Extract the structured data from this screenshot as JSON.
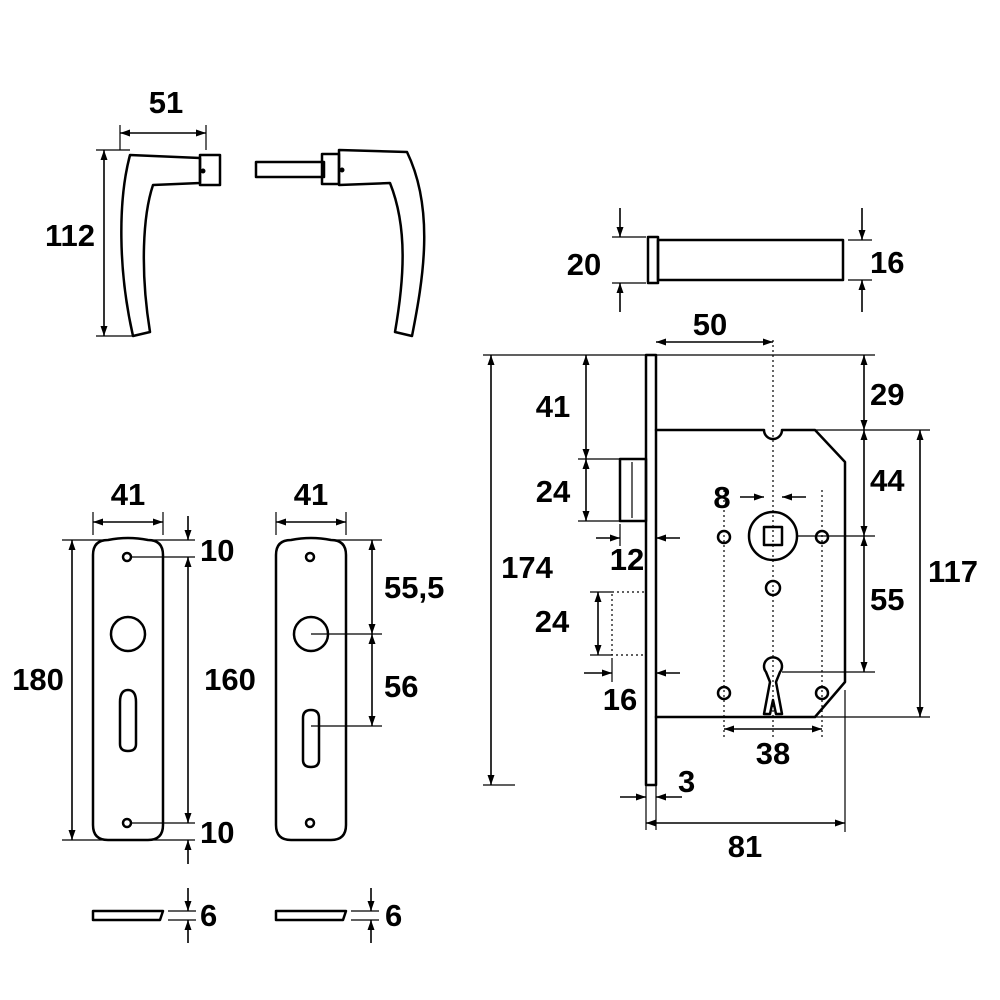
{
  "colors": {
    "line": "#000000",
    "background": "#ffffff"
  },
  "handles": {
    "width": "51",
    "height": "112"
  },
  "plate_left": {
    "width": "41",
    "top_offset": "10",
    "height": "180",
    "hole_spacing": "160",
    "bottom_offset": "10",
    "thickness": "6"
  },
  "plate_right": {
    "width": "41",
    "top_to_spindle": "55,5",
    "spindle_to_keyhole": "56",
    "thickness": "6"
  },
  "strike": {
    "height": "20",
    "thickness": "16"
  },
  "lock": {
    "backset": "50",
    "top_to_case": "29",
    "top_to_latch": "41",
    "latch_height": "24",
    "total_height": "174",
    "spindle_square": "8",
    "latch_projection": "12",
    "case_to_spindle": "44",
    "spindle_to_keyhole": "55",
    "case_height": "117",
    "bolt_height": "24",
    "bolt_projection": "16",
    "screw_spacing": "38",
    "forend_thickness": "3",
    "case_depth": "81"
  }
}
